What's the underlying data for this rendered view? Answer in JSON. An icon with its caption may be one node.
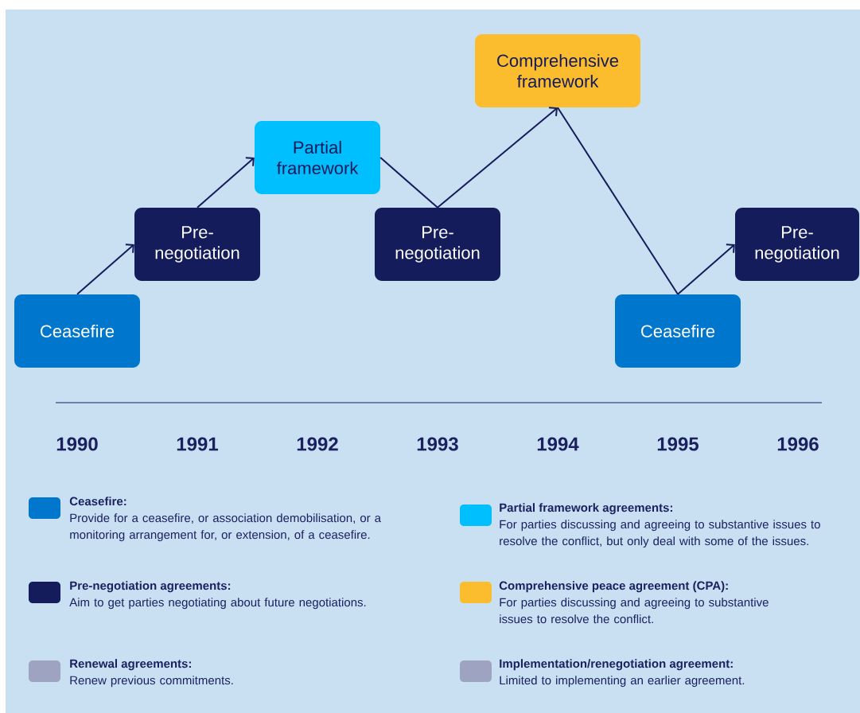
{
  "diagram": {
    "nodes": [
      {
        "text": [
          "Ceasefire"
        ]
      },
      {
        "text": [
          "Pre-negotiation"
        ]
      },
      {
        "text": [
          "Partial framework"
        ]
      },
      {
        "text": [
          "Pre-negotiation"
        ]
      },
      {
        "text": [
          "Comprehensive framework"
        ]
      },
      {
        "text": [
          "Ceasefire"
        ]
      },
      {
        "text": [
          "Pre-negotiation"
        ]
      }
    ],
    "edges": [
      {
        "from": 0,
        "to": 1,
        "arrow": "to"
      },
      {
        "from": 1,
        "to": 2,
        "arrow": "to"
      },
      {
        "from": 2,
        "to": 3,
        "arrow": "none"
      },
      {
        "from": 3,
        "to": 4,
        "arrow": "to"
      },
      {
        "from": 4,
        "to": 5,
        "arrow": "none"
      },
      {
        "from": 5,
        "to": 6,
        "arrow": "to"
      }
    ],
    "labels": [
      "1990",
      "1991",
      "1992",
      "1993",
      "1994",
      "1995",
      "1996",
      "Provide for a ceasefire, or association demobilisation, or a monitoring arrangement for, or extension, of a ceasefire.",
      "For parties discussing and agreeing to substantive issues to resolve the conflict, but only deal with some of the issues.",
      "Aim to get parties negotiating about future negotiations.",
      "For parties discussing and agreeing to substantive issues to resolve the conflict.",
      "Renew previous commitments.",
      "Limited to implementing an earlier agreement."
    ],
    "legend": [
      {
        "text": "Ceasefire:",
        "color": "#0077cc"
      },
      {
        "text": "Partial framework agreements:",
        "color": "#00bfff"
      },
      {
        "text": "Pre-negotiation agreements:",
        "color": "#141c5c"
      },
      {
        "text": "Comprehensive peace agreement (CPA):",
        "color": "#fbbd2e"
      },
      {
        "text": "Renewal agreements:",
        "color": "#9ea3c2"
      },
      {
        "text": "Implementation/renegotiation agreement:",
        "color": "#9ea3c2"
      }
    ]
  }
}
